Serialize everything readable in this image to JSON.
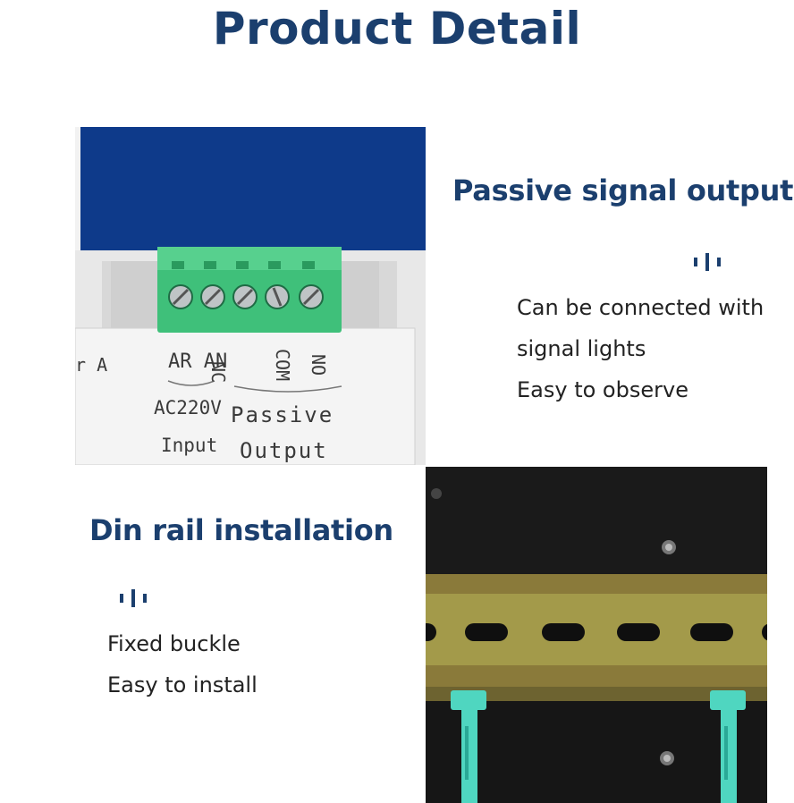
{
  "page": {
    "title": "Product Detail"
  },
  "passive_section": {
    "heading": "Passive signal output",
    "icon": "signal-bars-icon",
    "lines": [
      "Can be connected with",
      "signal lights",
      "Easy to observe"
    ]
  },
  "din_section": {
    "heading": "Din rail installation",
    "icon": "signal-bars-icon",
    "lines": [
      "Fixed buckle",
      "Easy to install"
    ]
  },
  "terminal_photo": {
    "labels": {
      "fragment": "r A",
      "ar_an": "AR AN",
      "nc": "NC",
      "com": "COM",
      "no": "NO",
      "voltage": "AC220V",
      "passive": "Passive",
      "input": "Input",
      "output": "Output"
    }
  },
  "colors": {
    "heading": "#1b3f6e",
    "text": "#222222",
    "terminal_green": "#3fc07a",
    "panel_blue": "#0e3a8a",
    "clip_teal": "#4fd6c0"
  }
}
